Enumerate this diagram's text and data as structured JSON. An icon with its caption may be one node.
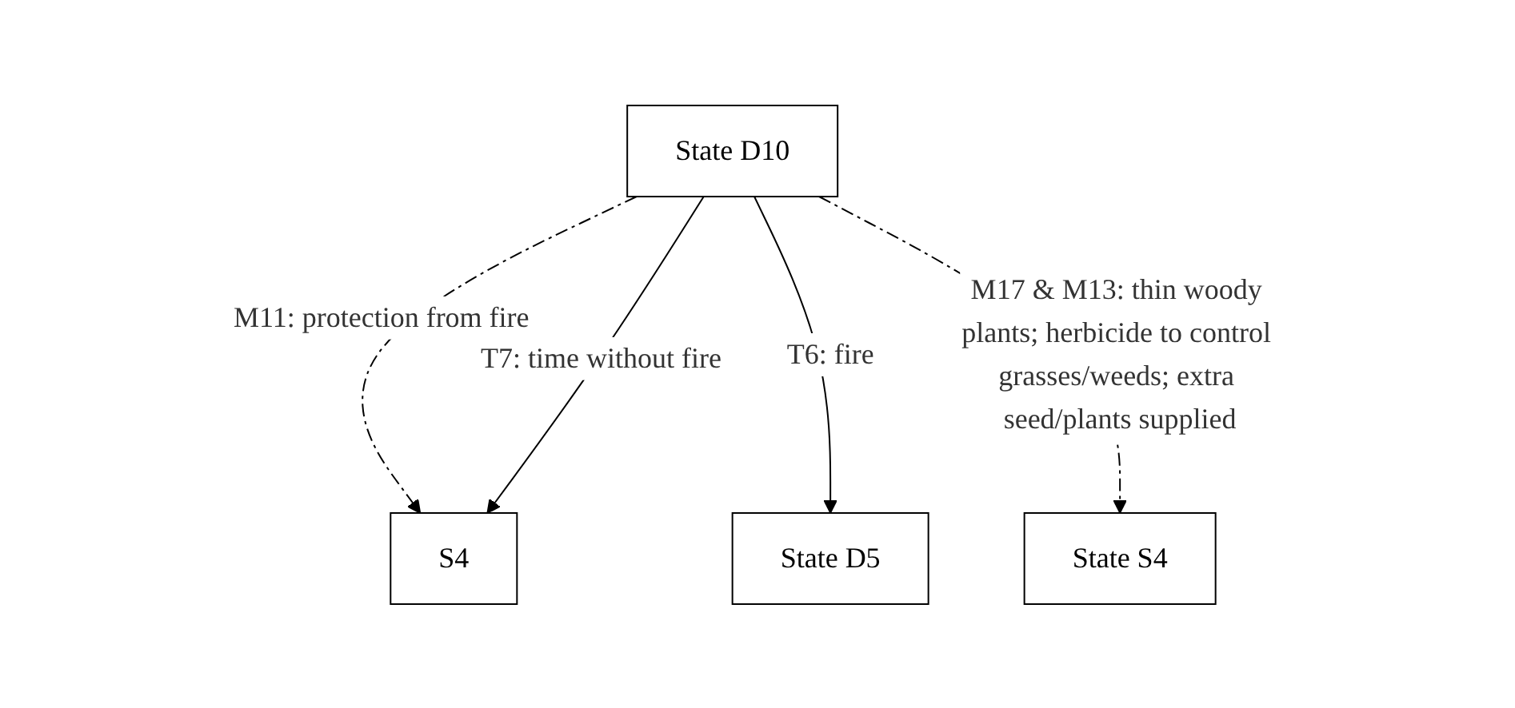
{
  "diagram": {
    "nodes": [
      {
        "text": [
          "State D10"
        ]
      },
      {
        "text": [
          "S4"
        ]
      },
      {
        "text": [
          "State D5"
        ]
      },
      {
        "text": [
          "State S4"
        ]
      }
    ],
    "edges": [
      {
        "from": 0,
        "to": 1,
        "arrow": "to",
        "label": "M11: protection from fire",
        "style": "dashed"
      },
      {
        "from": 0,
        "to": 1,
        "arrow": "to",
        "label": "T7: time without fire"
      },
      {
        "from": 0,
        "to": 2,
        "arrow": "to",
        "label": "T6: fire"
      },
      {
        "from": 0,
        "to": 3,
        "arrow": "to",
        "label": "M17 & M13: thin woody plants; herbicide to control grasses/weeds; extra seed/plants supplied",
        "style": "dashed"
      }
    ]
  }
}
